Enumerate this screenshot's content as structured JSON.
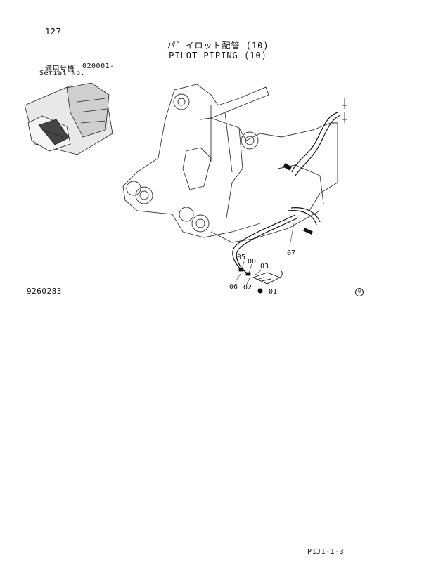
{
  "header": {
    "page_number": "127",
    "title_jp": "パ゛イロット配管 (10)",
    "title_en": "PILOT PIPING (10)",
    "serial_label_jp": "適用号機",
    "serial_value": "020001-",
    "serial_label_en": "Serial No."
  },
  "drawing": {
    "figure_number": "9260283",
    "mark_symbol": "W",
    "callouts": [
      {
        "id": "05",
        "text": "05"
      },
      {
        "id": "00",
        "text": "00"
      },
      {
        "id": "03",
        "text": "03"
      },
      {
        "id": "06",
        "text": "06"
      },
      {
        "id": "02",
        "text": "02"
      },
      {
        "id": "01",
        "text": "—01"
      },
      {
        "id": "07",
        "text": "07"
      }
    ]
  },
  "footer": {
    "page_code": "P1J1-1-3"
  }
}
